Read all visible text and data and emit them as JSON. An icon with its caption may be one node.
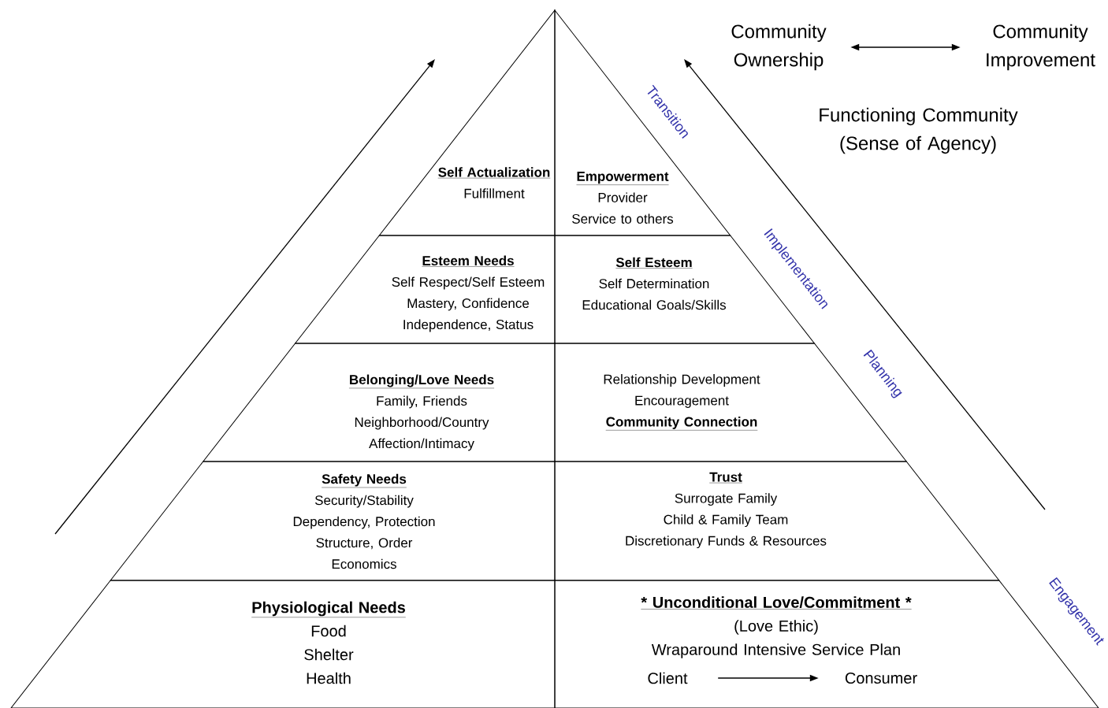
{
  "diagram": {
    "nodes": [
      {
        "text": [
          "Self Actualization",
          "Fulfillment"
        ]
      },
      {
        "text": [
          "Empowerment",
          "Provider",
          "Service to others"
        ]
      },
      {
        "text": [
          "Esteem Needs",
          "Self Respect/Self Esteem",
          "Mastery, Confidence",
          "Independence, Status"
        ]
      },
      {
        "text": [
          "Self Esteem",
          "Self Determination",
          "Educational Goals/Skills"
        ]
      },
      {
        "text": [
          "Belonging/Love Needs",
          "Family, Friends",
          "Neighborhood/Country",
          "Affection/Intimacy"
        ]
      },
      {
        "text": [
          "Relationship Development",
          "Encouragement",
          "Community Connection"
        ]
      },
      {
        "text": [
          "Safety Needs",
          "Security/Stability",
          "Dependency, Protection",
          "Structure, Order",
          "Economics"
        ]
      },
      {
        "text": [
          "Trust",
          "Surrogate Family",
          "Child & Family Team",
          "Discretionary Funds & Resources"
        ]
      },
      {
        "text": [
          "Physiological Needs",
          "Food",
          "Shelter",
          "Health"
        ]
      },
      {
        "text": [
          "* Unconditional Love/Commitment *",
          "(Love Ethic)",
          "Wraparound Intensive Service Plan"
        ]
      },
      {
        "text": [
          "Client"
        ],
        "in": 9
      },
      {
        "text": [
          "Consumer"
        ],
        "in": 9
      },
      {
        "text": [
          "Community Ownership"
        ]
      },
      {
        "text": [
          "Community Improvement"
        ]
      }
    ],
    "edges": [
      {
        "from": 10,
        "to": 11,
        "arrow": "to"
      },
      {
        "from": 12,
        "to": 13,
        "arrow": "both"
      }
    ],
    "labels": [
      "Transition",
      "Functioning Community (Sense of Agency)",
      "Implementation",
      "Planning",
      "Engagement"
    ]
  }
}
